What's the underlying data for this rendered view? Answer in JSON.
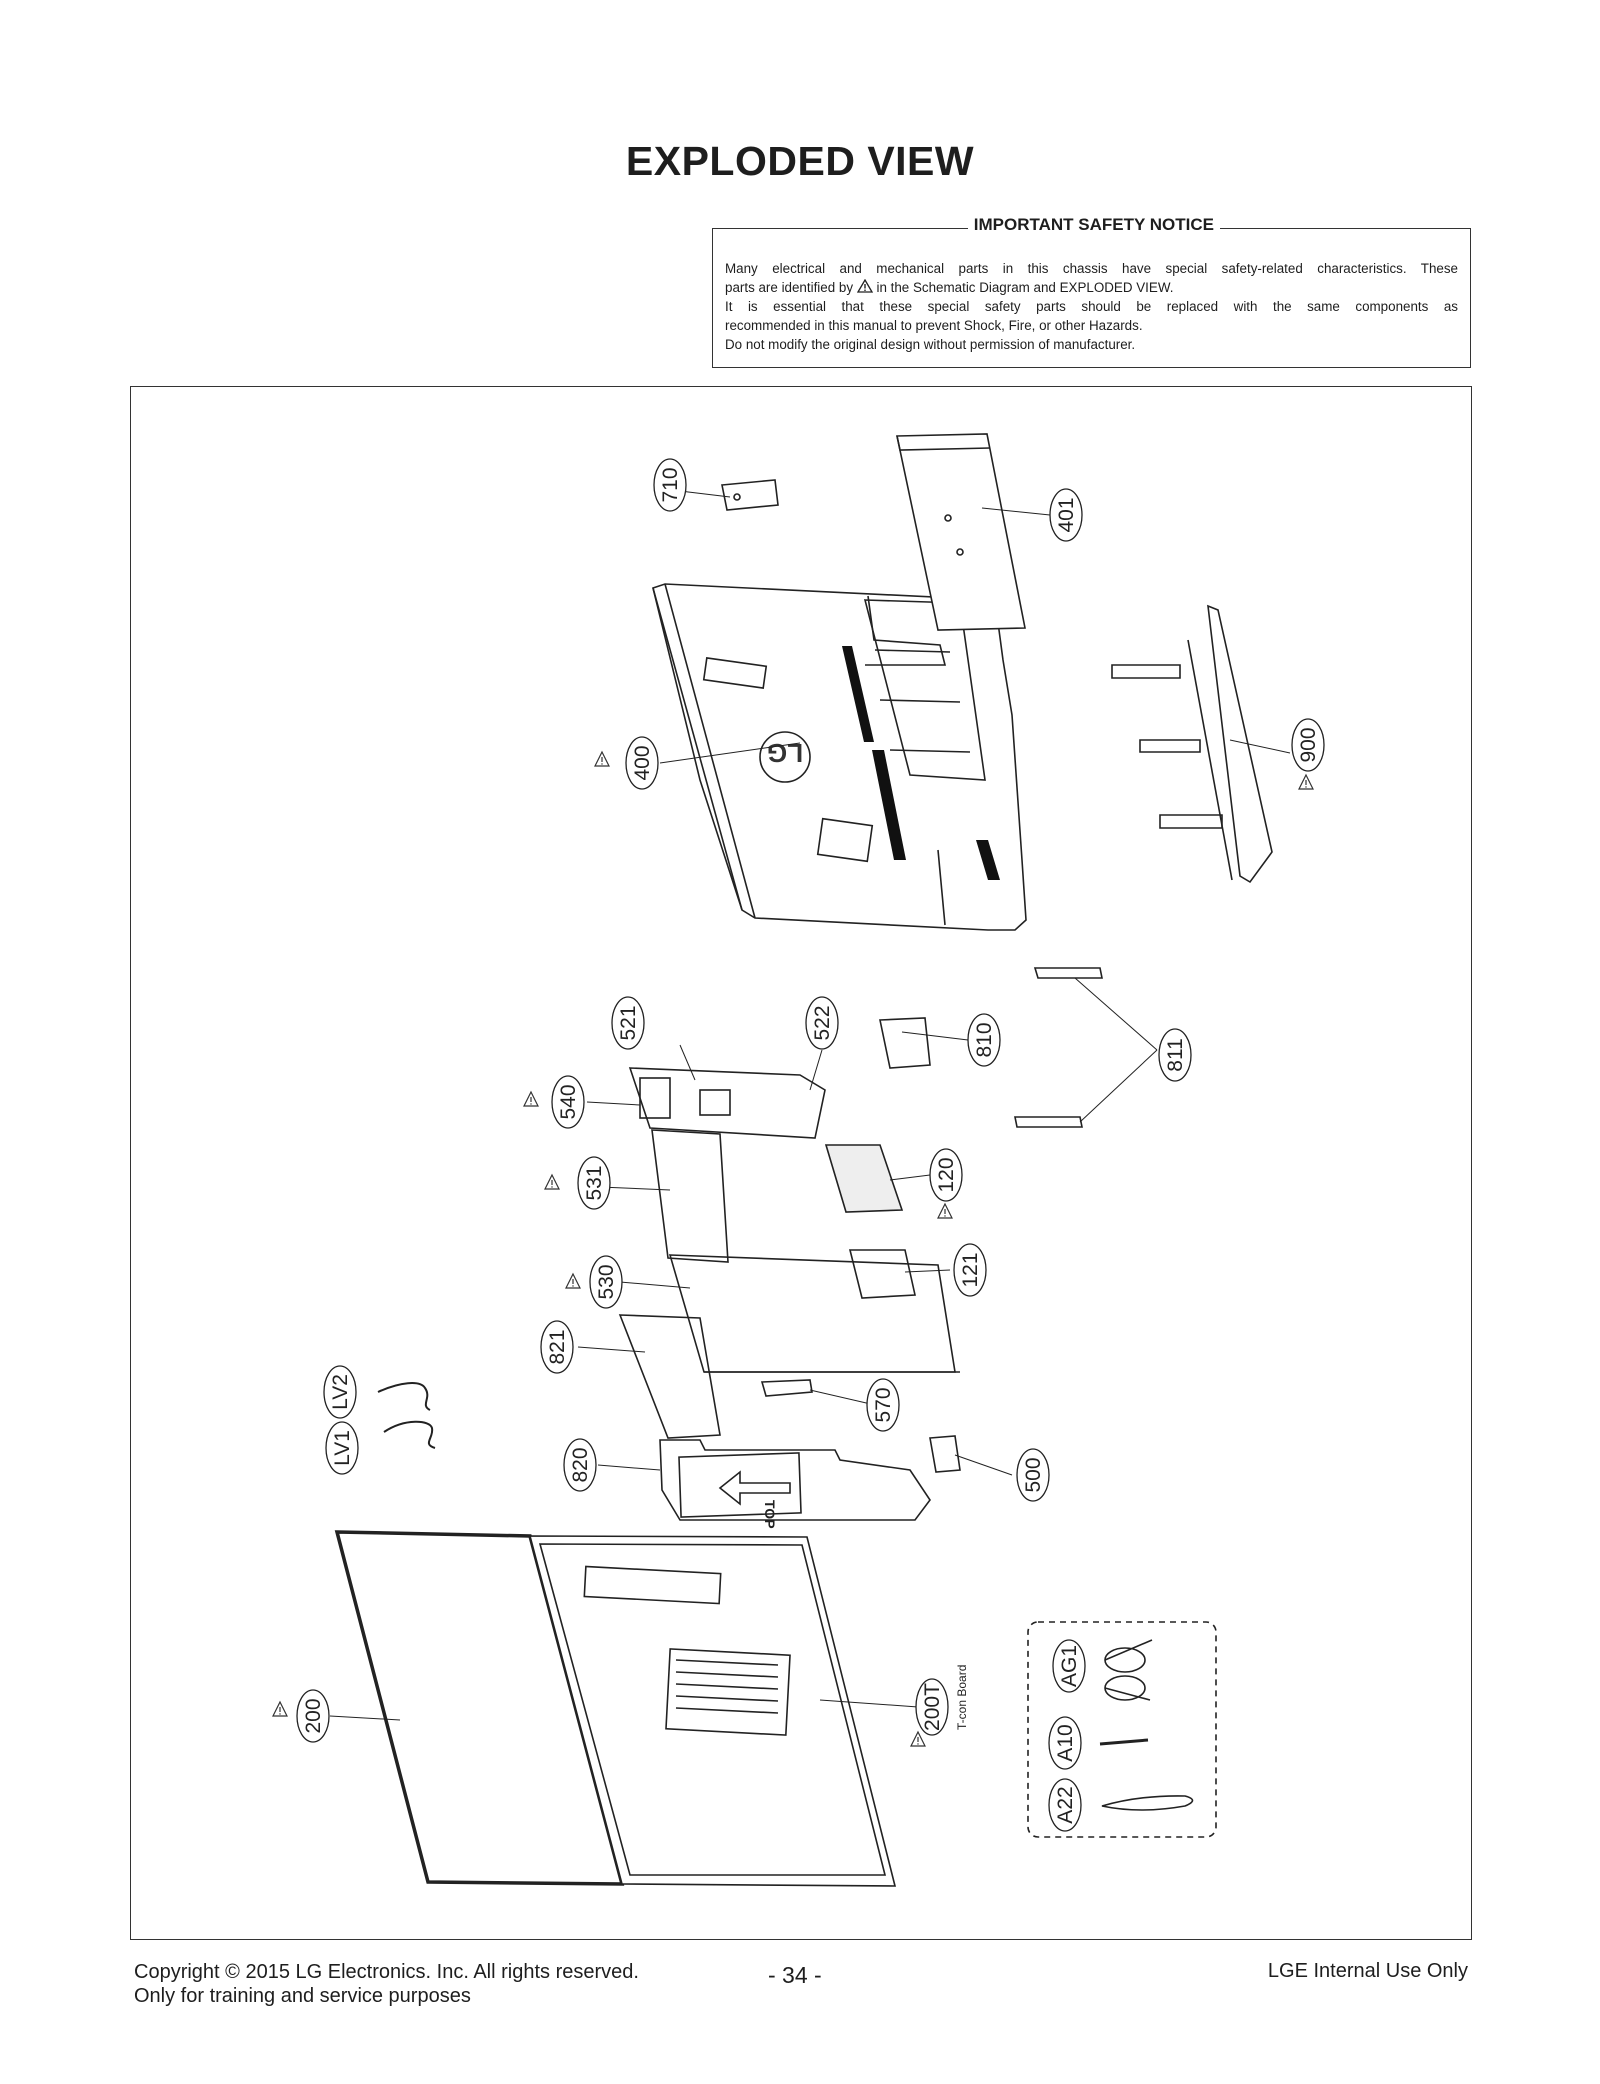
{
  "page": {
    "title": "EXPLODED VIEW",
    "notice_title": "IMPORTANT SAFETY NOTICE",
    "notice_lines": [
      "Many electrical and mechanical parts in this chassis have special safety-related characteristics. These",
      "parts are identified by",
      "in the Schematic Diagram and EXPLODED VIEW.",
      "It is essential that these special safety parts should be replaced with the same components as",
      "recommended in this manual to prevent Shock, Fire, or other Hazards.",
      "Do not modify the original design without permission of manufacturer."
    ],
    "warning_icon": "warning-triangle-icon"
  },
  "parts": {
    "p710": "710",
    "p401": "401",
    "p400": "400",
    "p900": "900",
    "p521": "521",
    "p522": "522",
    "p810": "810",
    "p811": "811",
    "p540": "540",
    "p531": "531",
    "p120": "120",
    "p121": "121",
    "p530": "530",
    "p821": "821",
    "p570": "570",
    "pLV2": "LV2",
    "pLV1": "LV1",
    "p820": "820",
    "p500": "500",
    "p200": "200",
    "p200T": "200T",
    "pAG1": "AG1",
    "pA10": "A10",
    "pA22": "A22"
  },
  "labels": {
    "tcon": "T-con Board",
    "lg_logo": "LG",
    "top_arrow": "TOP"
  },
  "footer": {
    "copyright": "Copyright  © 2015 LG Electronics. Inc. All rights reserved.",
    "purpose": "Only for training and service purposes",
    "page_number": "- 34 -",
    "internal": "LGE Internal Use Only"
  }
}
